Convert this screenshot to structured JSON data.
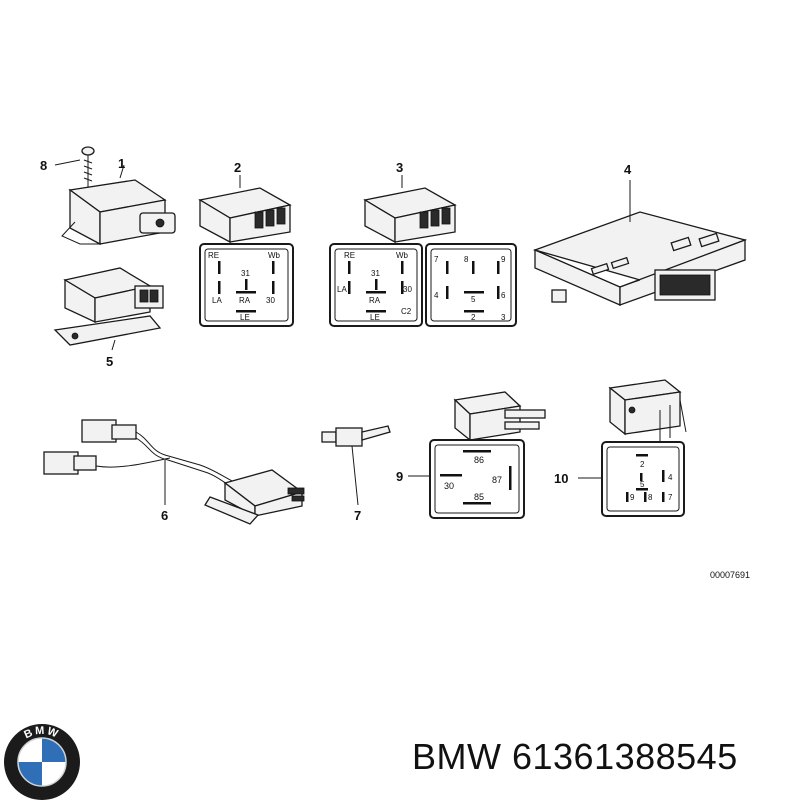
{
  "diagram": {
    "drawing_number": "00007691",
    "callouts": [
      "1",
      "2",
      "3",
      "4",
      "5",
      "6",
      "7",
      "8",
      "9",
      "10"
    ],
    "relay2_pins": {
      "re": "RE",
      "wb": "Wb",
      "p31": "31",
      "la": "LA",
      "ra": "RA",
      "p30": "30",
      "le": "LE"
    },
    "relay3_left_pins": {
      "re": "RE",
      "wb": "Wb",
      "p31": "31",
      "la": "LA",
      "ra": "RA",
      "p30": "30",
      "le": "LE",
      "c2": "C2"
    },
    "relay3_right_pins": {
      "p7": "7",
      "p8": "8",
      "p9": "9",
      "p4": "4",
      "p5": "5",
      "p6": "6",
      "p2": "2",
      "p3": "3"
    },
    "relay9_pins": {
      "p86": "86",
      "p87": "87",
      "p30": "30",
      "p85": "85"
    },
    "relay10_pins": {
      "p2": "2",
      "p4": "4",
      "p5": "5",
      "p9": "9",
      "p8": "8",
      "p7": "7"
    }
  },
  "footer": {
    "brand_part": "BMW 61361388545",
    "logo_letters": "BMW",
    "logo_colors": {
      "blue": "#2f6fb7",
      "white": "#ffffff",
      "ring": "#1b1b1b"
    }
  }
}
